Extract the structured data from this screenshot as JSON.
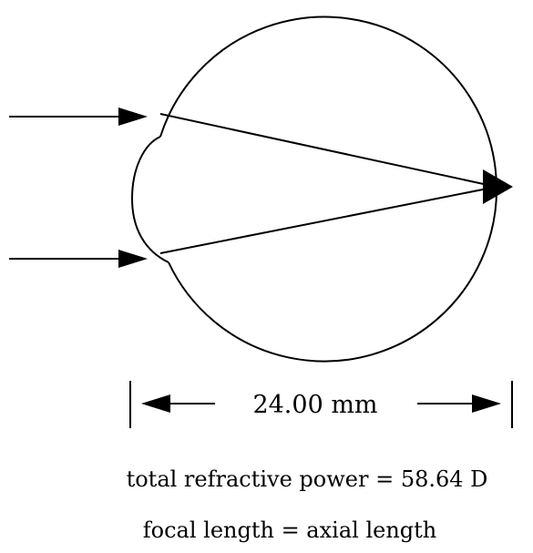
{
  "diagram": {
    "dimension_label": "24.00 mm",
    "caption_power": "total refractive power = 58.64 D",
    "caption_focal": "focal length = axial length",
    "stroke_color": "#000000",
    "background_color": "#ffffff"
  }
}
